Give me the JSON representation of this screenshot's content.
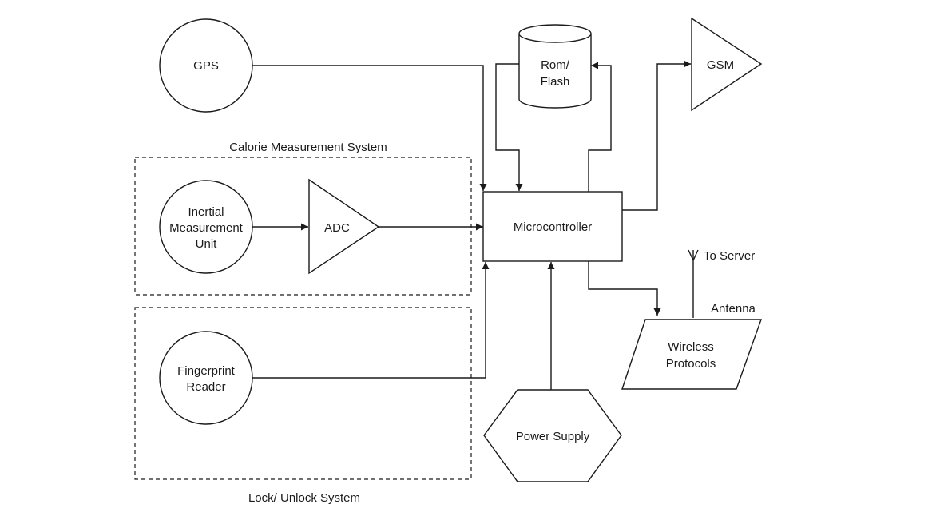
{
  "diagram": {
    "groups": {
      "calorie": "Calorie Measurement System",
      "lock": "Lock/ Unlock System"
    },
    "nodes": {
      "gps": "GPS",
      "rom_line1": "Rom/",
      "rom_line2": "Flash",
      "gsm": "GSM",
      "imu_line1": "Inertial",
      "imu_line2": "Measurement",
      "imu_line3": "Unit",
      "adc": "ADC",
      "micro": "Microcontroller",
      "finger_line1": "Fingerprint",
      "finger_line2": "Reader",
      "power": "Power Supply",
      "wireless_line1": "Wireless",
      "wireless_line2": "Protocols"
    },
    "labels": {
      "to_server": "To Server",
      "antenna": "Antenna"
    },
    "edges": [
      {
        "from": "gps",
        "to": "micro"
      },
      {
        "from": "rom",
        "to": "micro"
      },
      {
        "from": "micro",
        "to": "rom"
      },
      {
        "from": "micro",
        "to": "gsm"
      },
      {
        "from": "imu",
        "to": "adc"
      },
      {
        "from": "adc",
        "to": "micro"
      },
      {
        "from": "fingerprint",
        "to": "micro"
      },
      {
        "from": "power",
        "to": "micro"
      },
      {
        "from": "micro",
        "to": "wireless"
      }
    ]
  }
}
